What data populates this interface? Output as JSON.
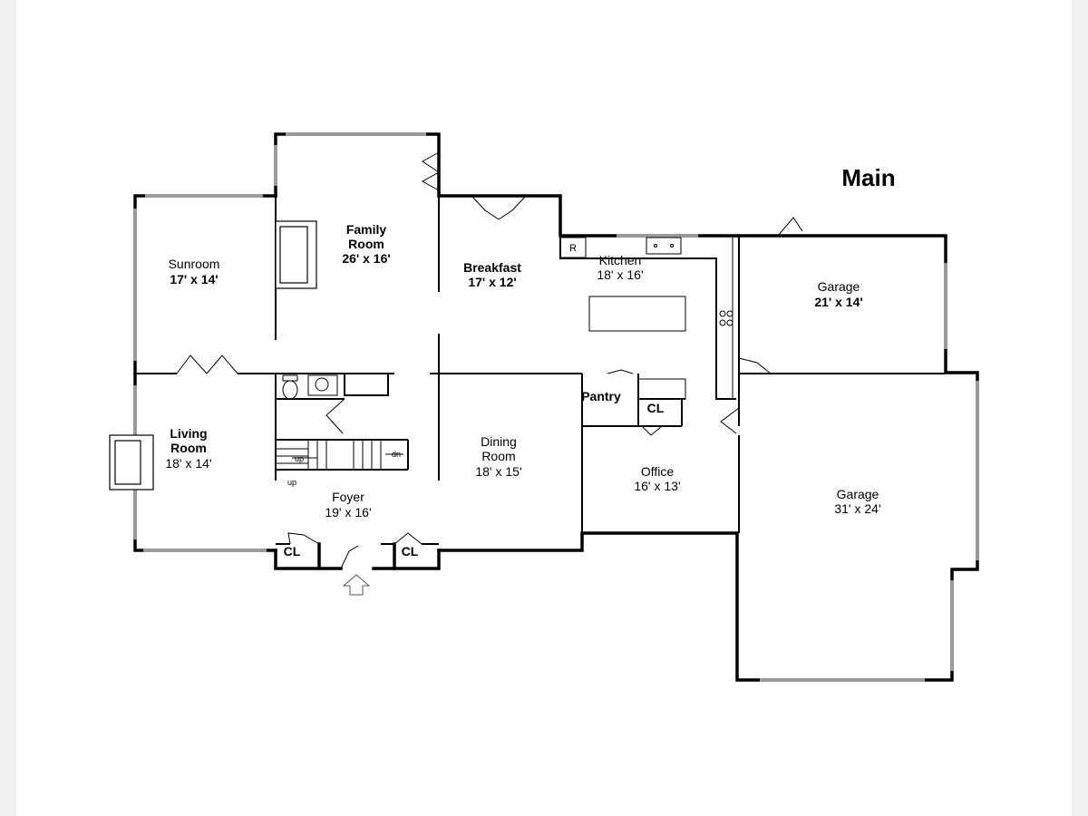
{
  "title": "Main",
  "rooms": [
    {
      "id": "sunroom",
      "name": "Sunroom",
      "size": "17' x 14'"
    },
    {
      "id": "family",
      "name": "Family Room",
      "size": "26' x 16'"
    },
    {
      "id": "breakfast",
      "name": "Breakfast",
      "size": "17' x 12'"
    },
    {
      "id": "kitchen",
      "name": "Kitchen",
      "size": "18' x 16'"
    },
    {
      "id": "garage-small",
      "name": "Garage",
      "size": "21' x 14'"
    },
    {
      "id": "living",
      "name": "Living Room",
      "size": "18' x 14'"
    },
    {
      "id": "foyer",
      "name": "Foyer",
      "size": "19' x 16'"
    },
    {
      "id": "dining",
      "name": "Dining Room",
      "size": "18' x 15'"
    },
    {
      "id": "pantry",
      "name": "Pantry",
      "size": ""
    },
    {
      "id": "office",
      "name": "Office",
      "size": "16' x 13'"
    },
    {
      "id": "garage-large",
      "name": "Garage",
      "size": "31' x 24'"
    }
  ],
  "closets": [
    "CL",
    "CL",
    "CL"
  ],
  "fixtures": {
    "refrigerator": "R",
    "stairs_up": "up",
    "stairs_down": "dn"
  }
}
